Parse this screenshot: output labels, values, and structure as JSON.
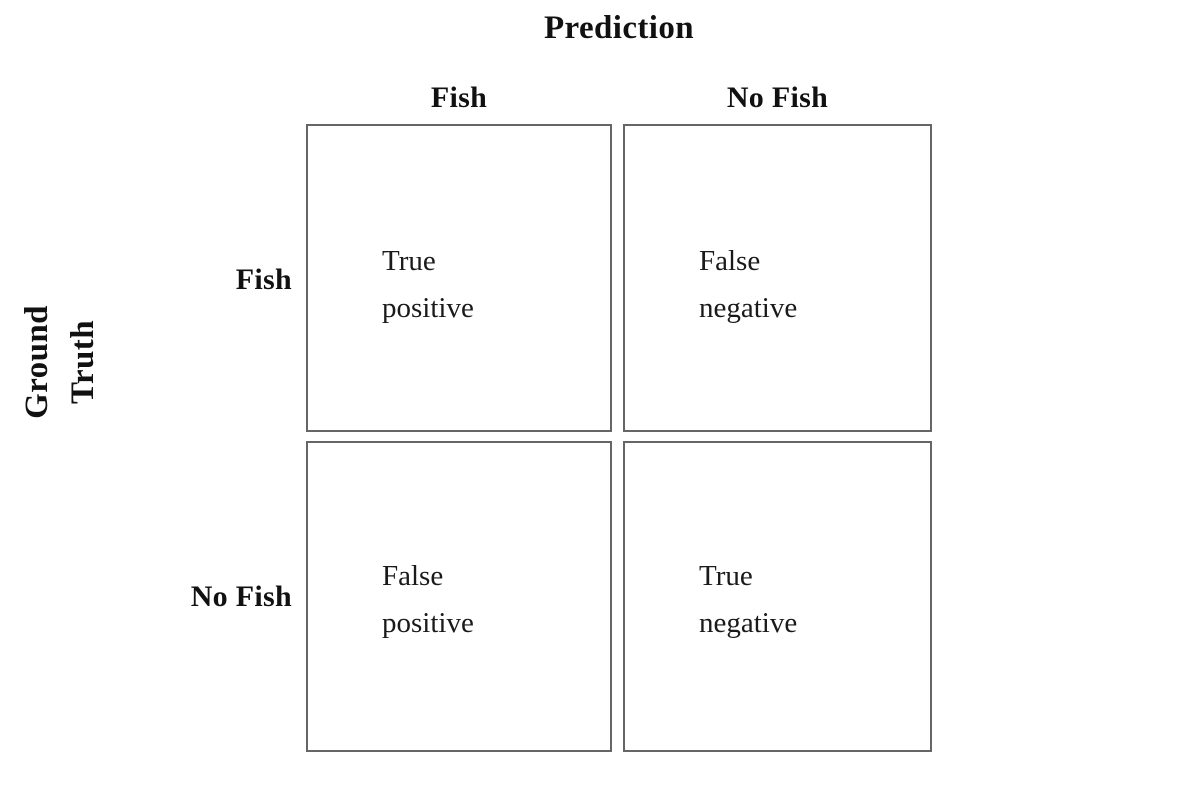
{
  "figure": {
    "type": "confusion-matrix",
    "top_axis_title": "Prediction",
    "left_axis_title_line1": "Ground",
    "left_axis_title_line2": "Truth",
    "column_headers": [
      "Fish",
      "No Fish"
    ],
    "row_headers": [
      "Fish",
      "No Fish"
    ],
    "cells": [
      [
        {
          "line1": "True",
          "line2": "positive"
        },
        {
          "line1": "False",
          "line2": "negative"
        }
      ],
      [
        {
          "line1": "False",
          "line2": "positive"
        },
        {
          "line1": "True",
          "line2": "negative"
        }
      ]
    ],
    "colors": {
      "background": "#ffffff",
      "cell_border": "#666666",
      "text": "#1a1a1a",
      "heading_text": "#111111"
    }
  }
}
